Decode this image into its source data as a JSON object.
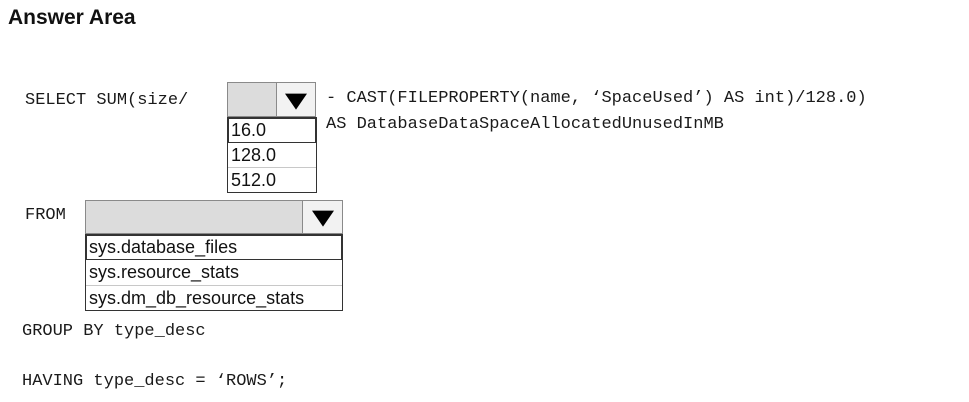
{
  "title": "Answer Area",
  "code": {
    "select_prefix": "SELECT SUM(size/",
    "select_suffix": "- CAST(FILEPROPERTY(name, ‘SpaceUsed’) AS int)/128.0)",
    "alias_line": "AS DatabaseDataSpaceAllocatedUnusedInMB",
    "from_keyword": "FROM",
    "group_by": "GROUP BY type_desc",
    "having": "HAVING type_desc = ‘ROWS’;"
  },
  "dropdown_divisor": {
    "selected_value": "",
    "options": [
      "16.0",
      "128.0",
      "512.0"
    ]
  },
  "dropdown_from": {
    "selected_value": "",
    "options": [
      "sys.database_files",
      "sys.resource_stats",
      "sys.dm_db_resource_stats"
    ]
  },
  "icons": {
    "dropdown_arrow": "triangle-down-icon"
  },
  "colors": {
    "dropdown_fill": "#dcdcdc",
    "dropdown_border": "#8a8a8a",
    "arrow": "#000000",
    "list_border": "#333333"
  }
}
